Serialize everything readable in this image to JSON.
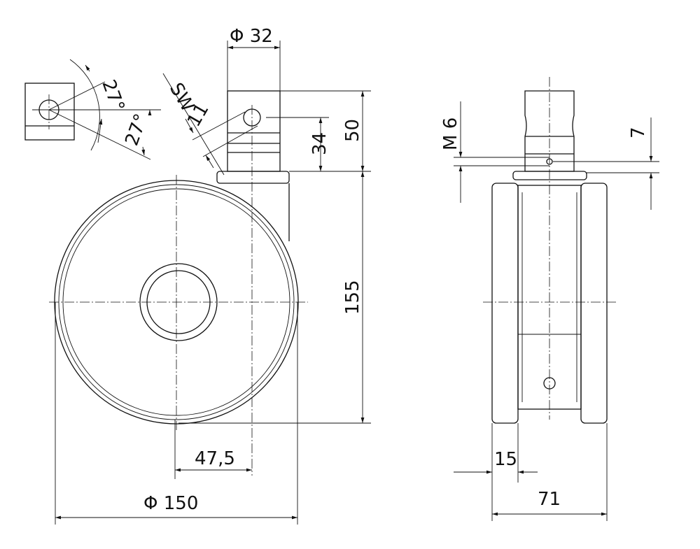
{
  "drawing": {
    "front_view": {
      "stem_diameter": "Φ 32",
      "wrench_label": "SW",
      "wrench_size": "11",
      "angle_upper": "27°",
      "angle_lower": "27°",
      "hole_height": "34",
      "stem_height": "50",
      "total_height": "155",
      "offset": "47,5",
      "wheel_diameter": "Φ 150"
    },
    "side_view": {
      "thread": "M 6",
      "thread_offset": "7",
      "tread_width": "15",
      "wheel_width": "71"
    },
    "line_color": "#111111"
  }
}
